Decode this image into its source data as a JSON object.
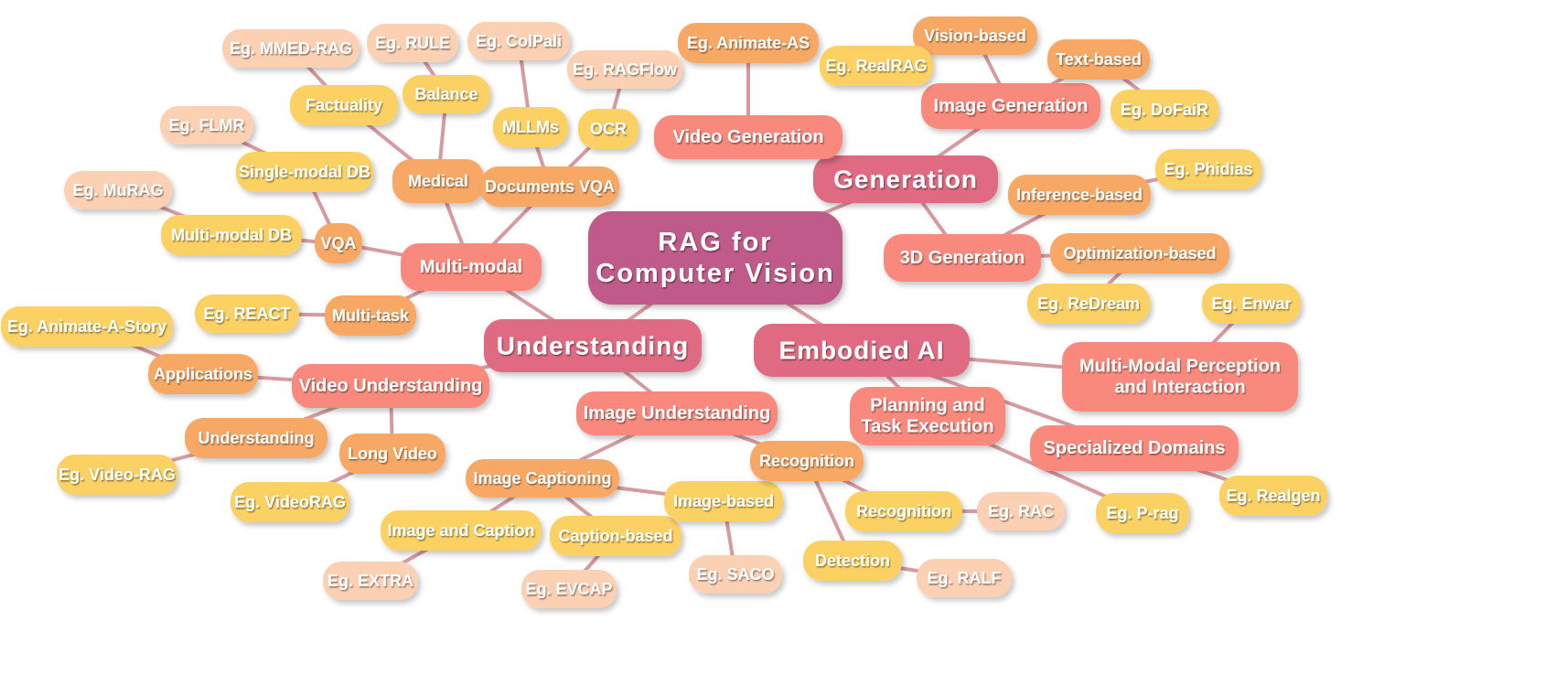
{
  "palette": {
    "root": "#c05a8a",
    "level1": "#df6a82",
    "level2": "#f9897b",
    "level3_orange": "#f8a865",
    "level3_yellow": "#fbd163",
    "example_peach": "#fbd0b3",
    "edge": "#d79a9f"
  },
  "nodes": {
    "root": "RAG for\nComputer Vision",
    "generation": "Generation",
    "understanding": "Understanding",
    "embodied_ai": "Embodied AI",
    "video_generation": "Video Generation",
    "image_generation": "Image Generation",
    "generation_3d": "3D Generation",
    "eg_animate_as": "Eg. Animate-AS",
    "vision_based": "Vision-based",
    "text_based": "Text-based",
    "eg_realrag": "Eg. RealRAG",
    "eg_dofair": "Eg. DoFaiR",
    "inference_based": "Inference-based",
    "eg_phidias": "Eg. Phidias",
    "optimization_based": "Optimization-based",
    "eg_redream": "Eg. ReDream",
    "multi_modal": "Multi-modal",
    "medical": "Medical",
    "documents_vqa": "Documents VQA",
    "vqa": "VQA",
    "multi_task": "Multi-task",
    "factuality": "Factuality",
    "balance": "Balance",
    "eg_mmed_rag": "Eg. MMED-RAG",
    "eg_rule": "Eg. RULE",
    "mllms": "MLLMs",
    "ocr": "OCR",
    "eg_colpali": "Eg. ColPali",
    "eg_ragflow": "Eg. RAGFlow",
    "single_modal_db": "Single-modal DB",
    "multi_modal_db": "Multi-modal DB",
    "eg_flmr": "Eg. FLMR",
    "eg_murag": "Eg. MuRAG",
    "eg_react": "Eg. REACT",
    "video_understanding": "Video Understanding",
    "applications": "Applications",
    "eg_animate_a_story": "Eg. Animate-A-Story",
    "understanding_sub": "Understanding",
    "eg_video_rag": "Eg. Video-RAG",
    "long_video": "Long Video",
    "eg_videorag": "Eg. VideoRAG",
    "image_understanding": "Image Understanding",
    "image_captioning": "Image Captioning",
    "image_and_caption": "Image and Caption",
    "caption_based": "Caption-based",
    "image_based": "Image-based",
    "eg_extra": "Eg. EXTRA",
    "eg_evcap": "Eg. EVCAP",
    "eg_saco": "Eg. SACO",
    "recognition": "Recognition",
    "recognition_sub": "Recognition",
    "eg_rac": "Eg. RAC",
    "detection": "Detection",
    "eg_ralf": "Eg. RALF",
    "planning_task": "Planning and\nTask Execution",
    "multimodal_perception": "Multi-Modal Perception\nand Interaction",
    "specialized_domains": "Specialized Domains",
    "eg_enwar": "Eg. Enwar",
    "eg_realgen": "Eg. Realgen",
    "eg_p_rag": "Eg. P-rag"
  }
}
